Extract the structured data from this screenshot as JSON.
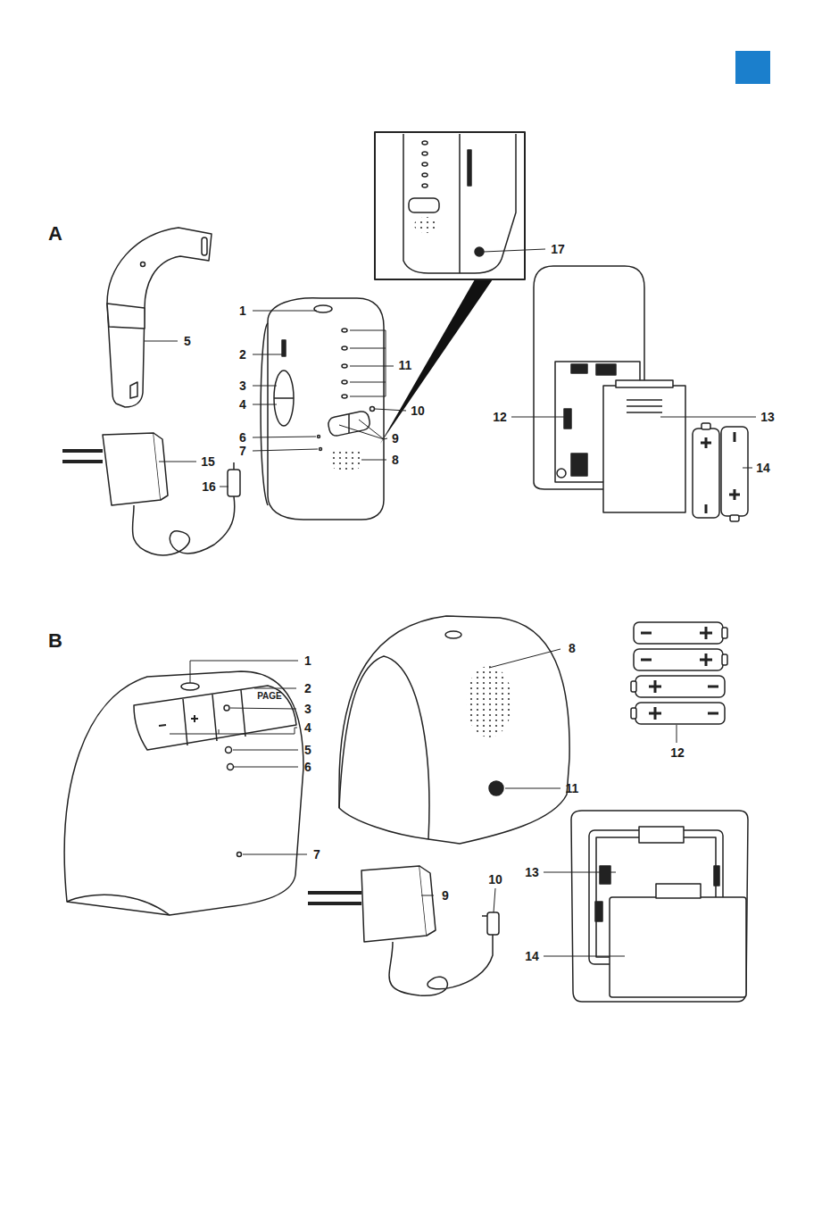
{
  "diagram": {
    "labels": [
      "A",
      "1",
      "2",
      "3",
      "4",
      "5",
      "6",
      "7",
      "8",
      "9",
      "10",
      "11",
      "12",
      "13",
      "14",
      "15",
      "16",
      "17",
      "B",
      "1",
      "2",
      "3",
      "4",
      "5",
      "6",
      "7",
      "8",
      "9",
      "10",
      "11",
      "12",
      "13",
      "14",
      "PAGE"
    ]
  }
}
